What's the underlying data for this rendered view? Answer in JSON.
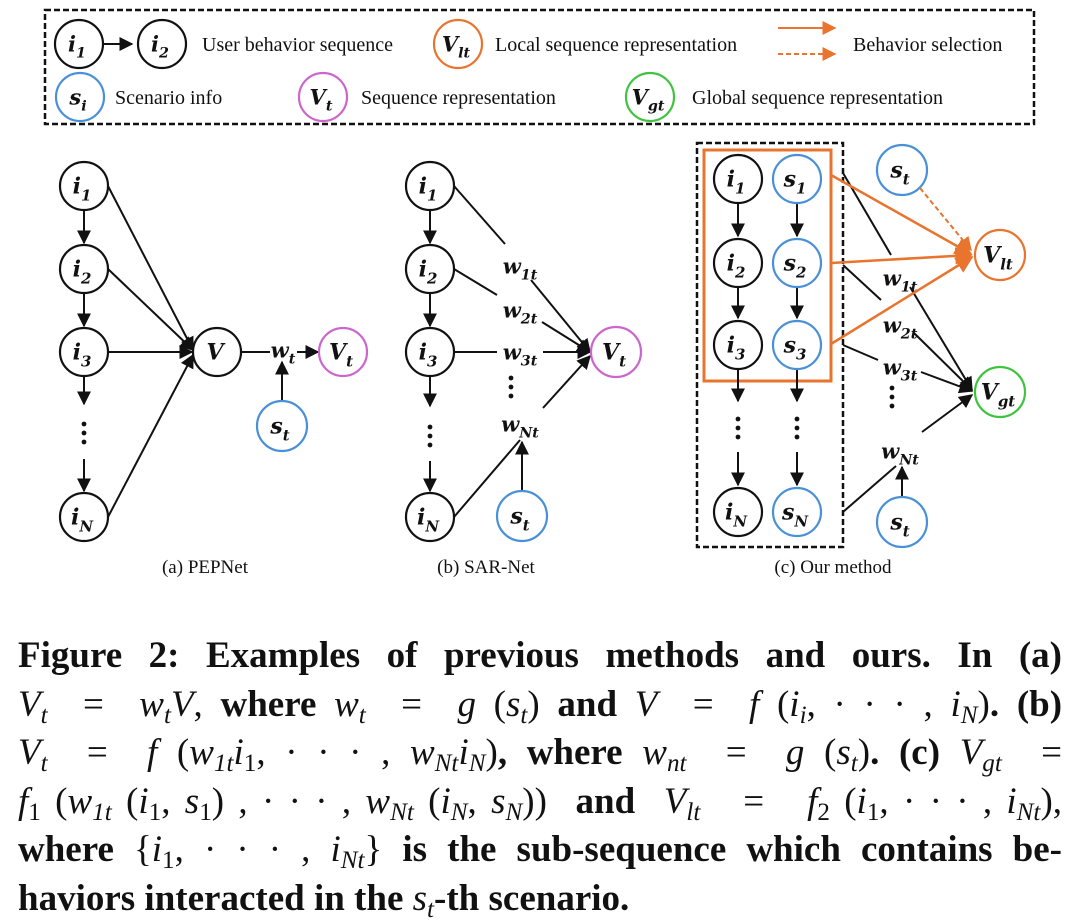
{
  "colors": {
    "black": "#111111",
    "scenario_blue": "#4a90d9",
    "seq_repr_purple": "#cc66cc",
    "local_orange": "#e8742e",
    "global_green": "#3ec43e"
  },
  "legend": {
    "items": [
      {
        "kind": "sequence",
        "nodes": [
          "i1",
          "i2"
        ],
        "label": "User behavior sequence"
      },
      {
        "kind": "node",
        "node": "Vlt",
        "color": "local_orange",
        "label": "Local sequence representation"
      },
      {
        "kind": "arrows",
        "styles": [
          "solid",
          "dashed"
        ],
        "color": "local_orange",
        "label": "Behavior selection"
      },
      {
        "kind": "node",
        "node": "si",
        "color": "scenario_blue",
        "label": "Scenario info"
      },
      {
        "kind": "node",
        "node": "Vt",
        "color": "seq_repr_purple",
        "label": "Sequence representation"
      },
      {
        "kind": "node",
        "node": "Vgt",
        "color": "global_green",
        "label": "Global sequence representation"
      }
    ]
  },
  "node_labels": {
    "i1": [
      "i",
      "1"
    ],
    "i2": [
      "i",
      "2"
    ],
    "i3": [
      "i",
      "3"
    ],
    "iN": [
      "i",
      "N"
    ],
    "s1": [
      "s",
      "1"
    ],
    "s2": [
      "s",
      "2"
    ],
    "s3": [
      "s",
      "3"
    ],
    "sN": [
      "s",
      "N"
    ],
    "si": [
      "s",
      "i"
    ],
    "st": [
      "s",
      "t"
    ],
    "V": [
      "V",
      ""
    ],
    "Vt": [
      "V",
      "t"
    ],
    "Vlt": [
      "V",
      "lt"
    ],
    "Vgt": [
      "V",
      "gt"
    ]
  },
  "weight_labels": {
    "wt": [
      "w",
      "t"
    ],
    "w1t": [
      "w",
      "1t"
    ],
    "w2t": [
      "w",
      "2t"
    ],
    "w3t": [
      "w",
      "3t"
    ],
    "wNt": [
      "w",
      "Nt"
    ]
  },
  "panels": [
    {
      "id": "a",
      "caption": "(a) PEPNet"
    },
    {
      "id": "b",
      "caption": "(b) SAR-Net"
    },
    {
      "id": "c",
      "caption": "(c) Our method"
    }
  ],
  "caption": {
    "lines": [
      "<b>Figure 2: Examples of previous methods and ours. In (a)</b>",
      "<span class=\"m\">V<sub>t</sub></span> &nbsp;= &nbsp;<span class=\"m\">w<sub>t</sub>V</span>, <b>where</b> <span class=\"m\">w<sub>t</sub></span> &nbsp;= &nbsp;<span class=\"m\">g</span> (<span class=\"m\">s<sub>t</sub></span>) <b>and</b> <span class=\"m\">V</span> &nbsp;= &nbsp;<span class=\"m\">f</span> (<span class=\"m\">i<sub>i</sub></span>, · · · , <span class=\"m\">i<sub>N</sub></span>)<b>. (b)</b>",
      "<span class=\"m\">V<sub>t</sub></span> &nbsp;= &nbsp;<span class=\"m\">f</span> (<span class=\"m\">w<sub>1t</sub>i</span><sub>1</sub>, · · · , <span class=\"m\">w<sub>Nt</sub>i<sub>N</sub></span>)<b>, where</b> <span class=\"m\">w<sub>nt</sub></span> &nbsp;= &nbsp;<span class=\"m\">g</span> (<span class=\"m\">s<sub>t</sub></span>)<b>. (c)</b> <span class=\"m\">V<sub>gt</sub></span> &nbsp;=",
      "<span class=\"m\">f</span><sub>1</sub> (<span class=\"m\">w<sub>1t</sub></span> (<span class=\"m\">i</span><sub>1</sub>, <span class=\"m\">s</span><sub>1</sub>) , · · · , <span class=\"m\">w<sub>Nt</sub></span> (<span class=\"m\">i<sub>N</sub></span>, <span class=\"m\">s<sub>N</sub></span>)) &nbsp;<b>and</b> &nbsp;<span class=\"m\">V<sub>lt</sub></span> &nbsp; = &nbsp; <span class=\"m\">f</span><sub>2</sub> (<span class=\"m\">i</span><sub>1</sub>, · · · , <span class=\"m\">i<sub>Nt</sub></span>),",
      "<b>where</b> {<span class=\"m\">i</span><sub>1</sub>, · · · , <span class=\"m\">i<sub>Nt</sub></span>} <b>is the sub-sequence which contains be-</b>",
      "<b>haviors interacted in the</b> <span class=\"m\">s<sub>t</sub></span><b>-th scenario.</b>"
    ]
  }
}
